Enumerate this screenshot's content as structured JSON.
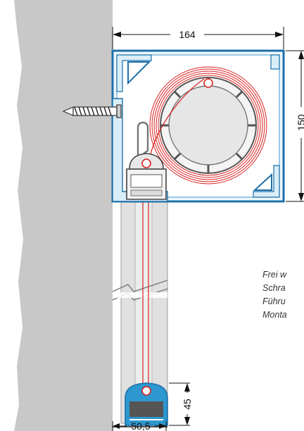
{
  "dimensions": {
    "box_width": "164",
    "box_height": "150",
    "end_bar_height": "45",
    "end_bar_width": "50,5"
  },
  "note_lines": [
    "Frei w",
    "Schra",
    "Führu",
    "Monta"
  ],
  "icons": {
    "anchor": "wall-screw-icon",
    "drum": "winding-drum-icon",
    "belt": "belt-coil-icon"
  },
  "colors": {
    "wall": "#c8c8c8",
    "profile_blue": "#1e6fa8",
    "profile_fill": "#e8f4fb",
    "belt_red": "#d82020",
    "slat_gray": "#dedede",
    "end_bar_dark": "#555555",
    "end_bar_blue": "#2d97cf"
  }
}
